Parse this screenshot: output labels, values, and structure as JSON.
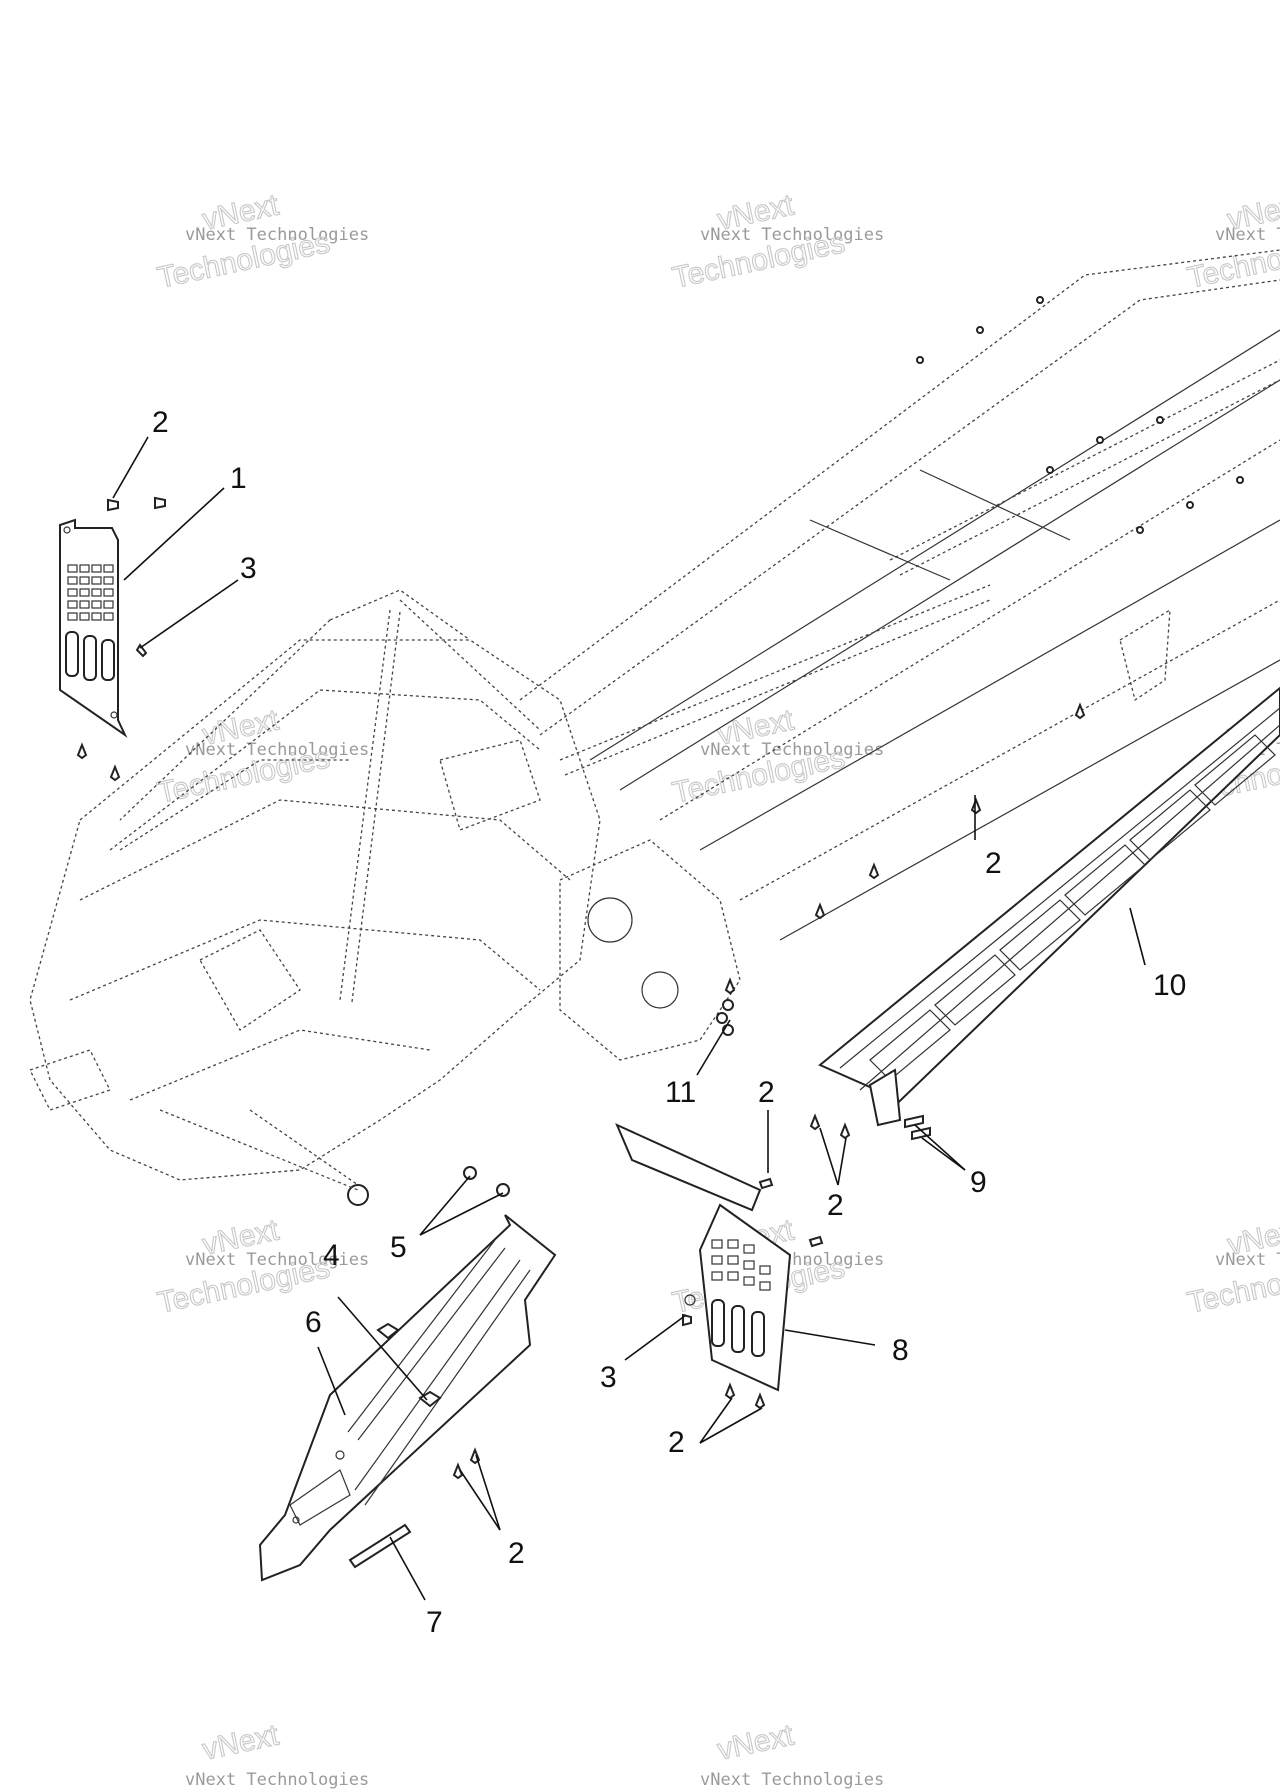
{
  "watermark": {
    "name": "vNext",
    "line": "vNext Technologies",
    "word": "Technologies"
  },
  "callouts": {
    "c1": "1",
    "c2": "2",
    "c3": "3",
    "c4": "4",
    "c5": "5",
    "c6": "6",
    "c7": "7",
    "c8": "8",
    "c9": "9",
    "c10": "10",
    "c11": "11"
  }
}
